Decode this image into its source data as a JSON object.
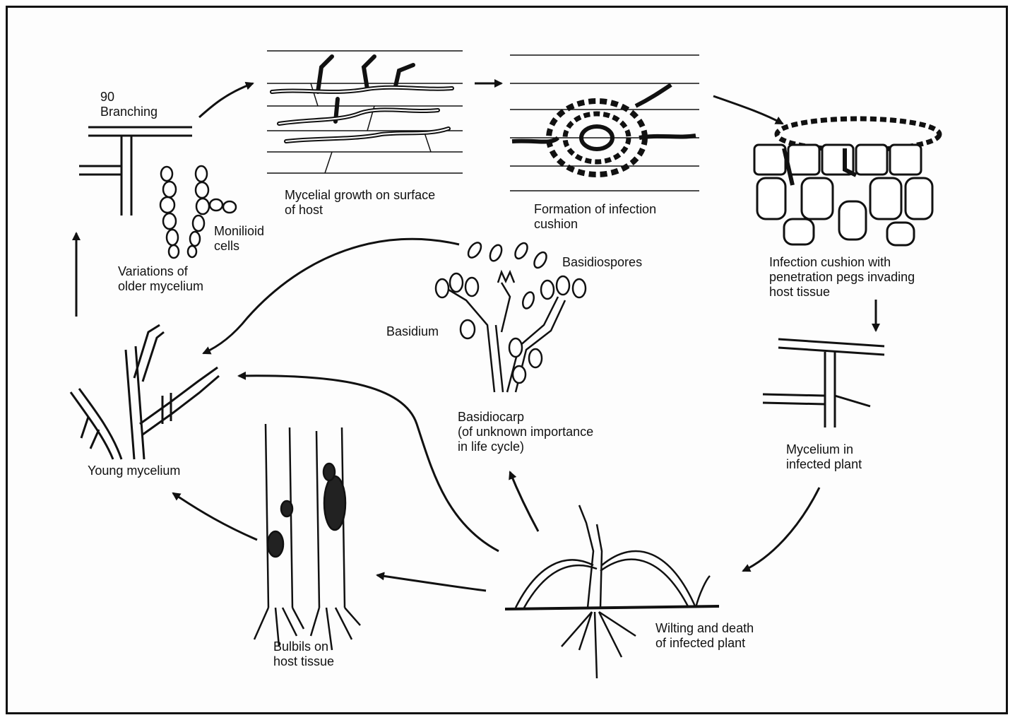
{
  "labels": {
    "branching": "90\nBranching",
    "mycelial_growth": "Mycelial growth on surface\nof host",
    "infection_cushion": "Formation of infection\ncushion",
    "penetration": "Infection cushion with\npenetration pegs invading\nhost tissue",
    "monilioid": "Monilioid\ncells",
    "variations": "Variations of\nolder mycelium",
    "basidiospores": "Basidiospores",
    "basidium": "Basidium",
    "basidiocarp": "Basidiocarp\n(of unknown importance\nin life cycle)",
    "young_mycelium": "Young mycelium",
    "mycelium_infected": "Mycelium in\ninfected plant",
    "bulbils": "Bulbils on\nhost tissue",
    "wilting": "Wilting and death\nof infected plant"
  },
  "colors": {
    "ink": "#111111",
    "paper": "#fdfdfd"
  }
}
